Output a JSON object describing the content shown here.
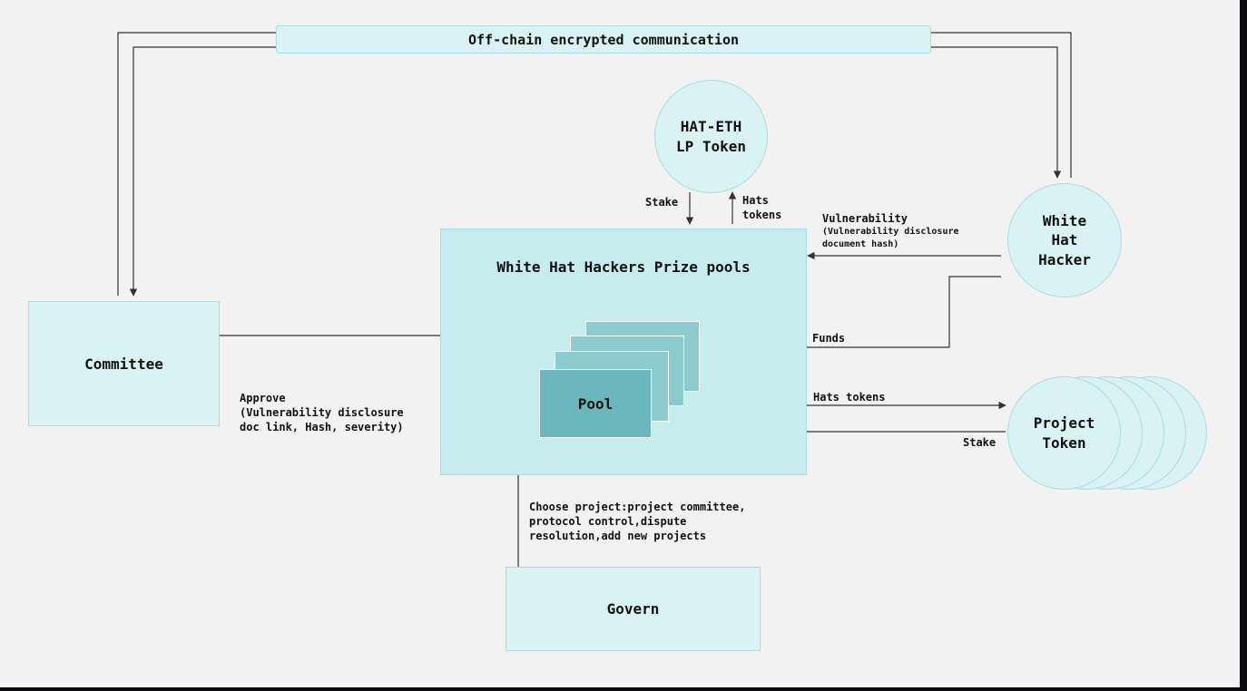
{
  "top_banner": "Off-chain encrypted communication",
  "nodes": {
    "lp_token": "HAT-ETH\nLP Token",
    "white_hat_hacker": "White\nHat\nHacker",
    "committee": "Committee",
    "prize_pools_title": "White Hat Hackers Prize pools",
    "pool": "Pool",
    "project_token": "Project\nToken",
    "govern": "Govern"
  },
  "edge_labels": {
    "stake_lp": "Stake",
    "hats_tokens_lp": "Hats\ntokens",
    "vulnerability": "Vulnerability",
    "vulnerability_detail": "(Vulnerability disclosure\ndocument hash)",
    "funds": "Funds",
    "hats_tokens_project": "Hats tokens",
    "stake_project": "Stake",
    "approve": "Approve\n(Vulnerability disclosure\ndoc link, Hash, severity)",
    "choose_project": "Choose project:project committee,\nprotocol control,dispute\nresolution,add new projects"
  },
  "colors": {
    "node_fill": "#d9f3f5",
    "pool_main": "#6ab8bd",
    "pool_stack": "#8ccccf",
    "prize_pool_fill": "#c6ecee",
    "background": "#f2f2f2",
    "frame": "#0b0b0f"
  }
}
